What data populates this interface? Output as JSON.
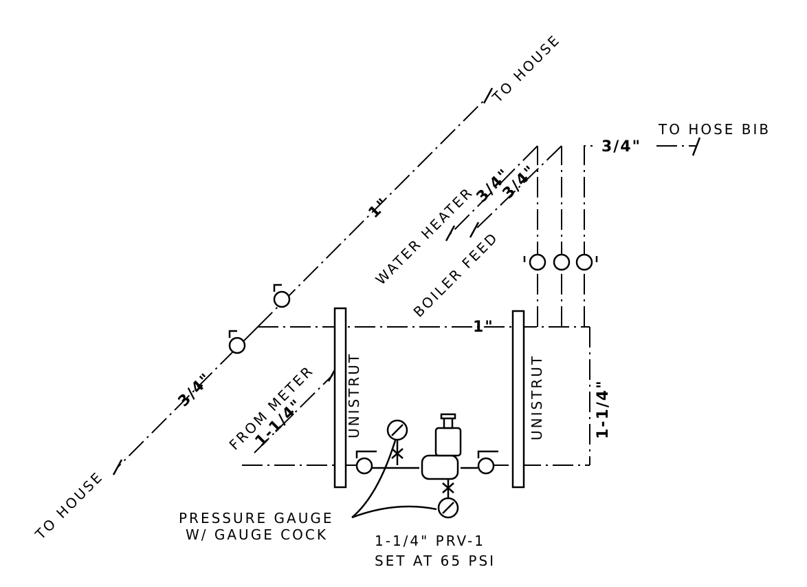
{
  "labels": {
    "to_house_top": "TO HOUSE",
    "to_house_bottom": "TO HOUSE",
    "to_hose_bib": "TO HOSE BIB",
    "water_heater": "WATER HEATER",
    "boiler_feed": "BOILER FEED",
    "from_meter": "FROM METER",
    "unistrut_left": "UNISTRUT",
    "unistrut_right": "UNISTRUT",
    "pressure_gauge_line1": "PRESSURE GAUGE",
    "pressure_gauge_line2": "W/ GAUGE COCK",
    "prv_line1": "1-1/4\" PRV-1",
    "prv_line2": "SET AT 65 PSI"
  },
  "sizes": {
    "main_diag": "1\"",
    "lower_diag": "3/4\"",
    "water_heater": "3/4\"",
    "boiler_feed": "3/4\"",
    "hose_bib": "3/4\"",
    "header": "1\"",
    "riser": "1-1/4\"",
    "meter": "1-1/4\""
  }
}
